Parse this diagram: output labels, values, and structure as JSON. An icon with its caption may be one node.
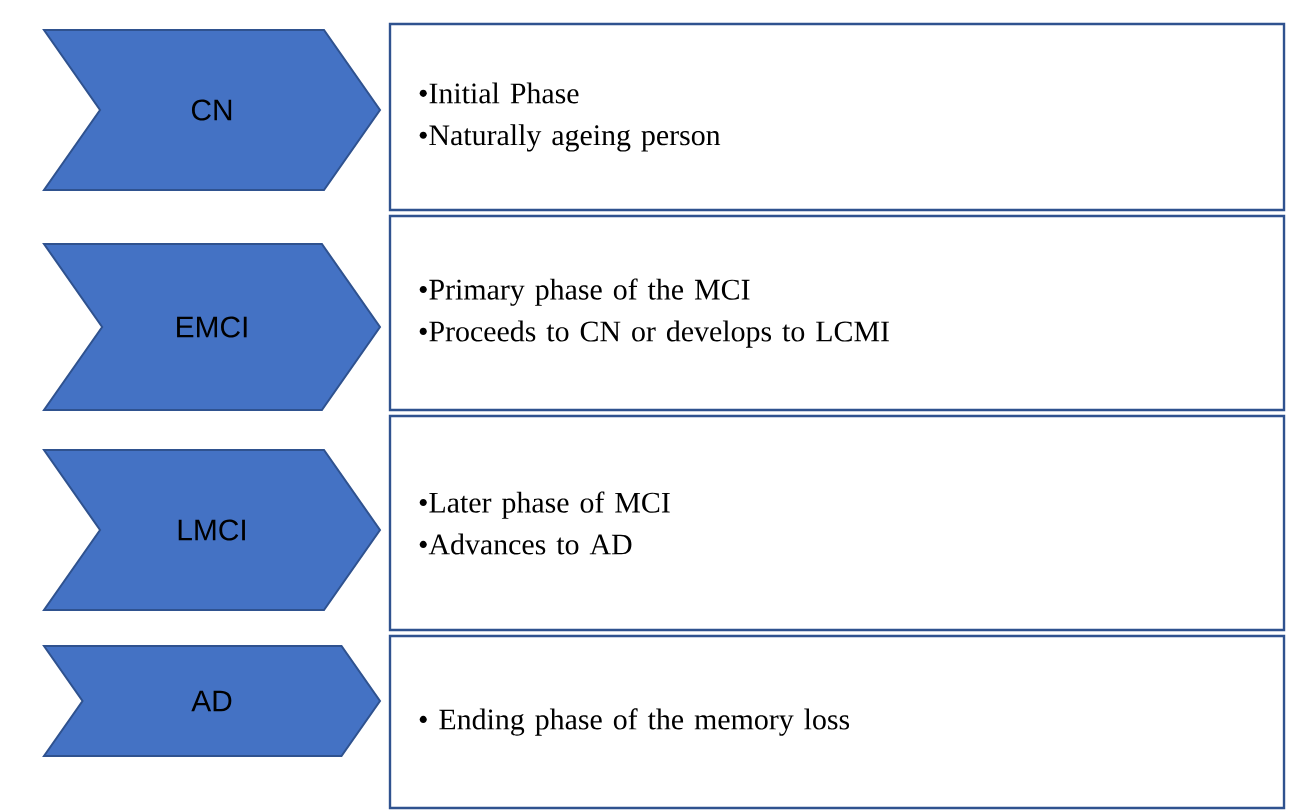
{
  "diagram": {
    "nodes": [
      {
        "text": [
          "CN"
        ]
      },
      {
        "text": [
          "•Initial Phase",
          "•Naturally ageing person"
        ]
      },
      {
        "text": [
          "EMCI"
        ]
      },
      {
        "text": [
          "•Primary phase of the MCI",
          "•Proceeds to CN or develops to LCMI"
        ]
      },
      {
        "text": [
          "LMCI"
        ]
      },
      {
        "text": [
          "•Later phase of MCI",
          "•Advances to AD"
        ]
      },
      {
        "text": [
          "AD"
        ]
      },
      {
        "text": [
          "• Ending phase of the memory loss"
        ]
      }
    ]
  }
}
